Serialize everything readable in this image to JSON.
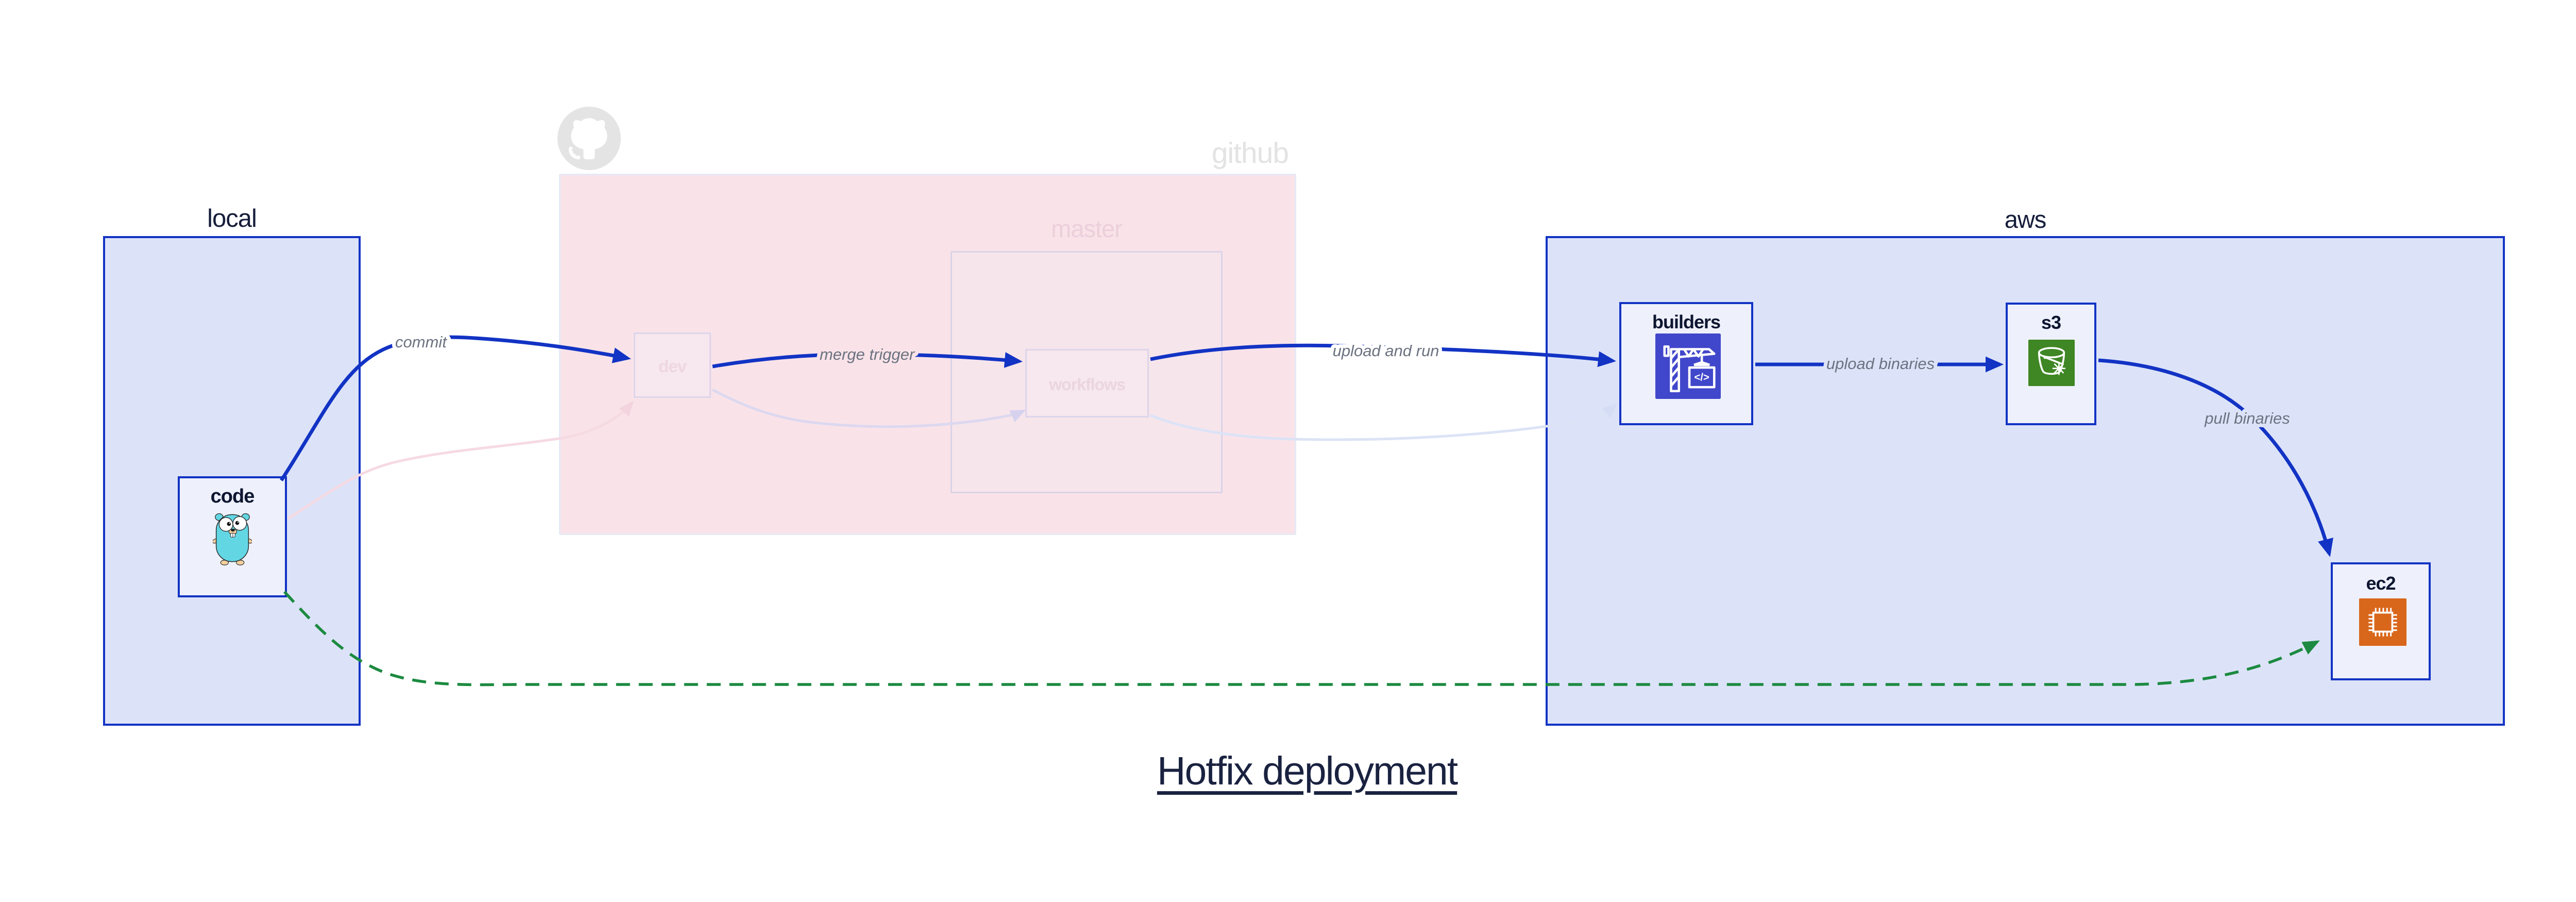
{
  "diagram_title": "Hotfix deployment",
  "containers": {
    "local": {
      "label": "local"
    },
    "github": {
      "label": "github"
    },
    "master": {
      "label": "master"
    },
    "aws": {
      "label": "aws"
    }
  },
  "nodes": {
    "code": {
      "label": "code",
      "icon": "go-gopher-icon"
    },
    "dev": {
      "label": "dev"
    },
    "workflows": {
      "label": "workflows"
    },
    "builders": {
      "label": "builders",
      "icon": "codebuild-crane-icon"
    },
    "s3": {
      "label": "s3",
      "icon": "s3-bucket-icon"
    },
    "ec2": {
      "label": "ec2",
      "icon": "ec2-chip-icon"
    }
  },
  "edges": {
    "commit": {
      "label": "commit",
      "style": "solid-blue"
    },
    "merge_trigger": {
      "label": "merge trigger",
      "style": "solid-blue"
    },
    "upload_and_run": {
      "label": "upload and run",
      "style": "solid-blue"
    },
    "upload_binaries": {
      "label": "upload binaries",
      "style": "solid-blue"
    },
    "pull_binaries": {
      "label": "pull binaries",
      "style": "solid-blue"
    },
    "hotfix_direct_pull": {
      "label": "",
      "style": "dashed-green"
    },
    "faded_code_to_dev": {
      "label": "",
      "style": "faded-pink"
    },
    "faded_dev_to_workflows": {
      "label": "",
      "style": "faded-lavender"
    },
    "faded_workflows_to_builders": {
      "label": "",
      "style": "faded-blue"
    }
  },
  "colors": {
    "accent_blue": "#1233c4",
    "hotfix_green": "#1c8a40",
    "container_fill_blue": "#dce3f8",
    "github_fill": "#f9e3e9",
    "master_fill": "#f7e5ec",
    "node_fill": "#eef1fb",
    "edge_label_gray": "#6b7280",
    "github_label_gray": "#e3e3e3",
    "builders_icon_bg": "#4147cb",
    "s3_icon_bg": "#3f8624",
    "ec2_icon_bg": "#d9671b",
    "gopher_teal": "#63d6e4",
    "faded_pink_edge": "#f6dae3",
    "faded_lavender_edge": "#dcd8f0",
    "faded_blue_edge": "#dce3f6",
    "title_color": "#1a2240"
  }
}
